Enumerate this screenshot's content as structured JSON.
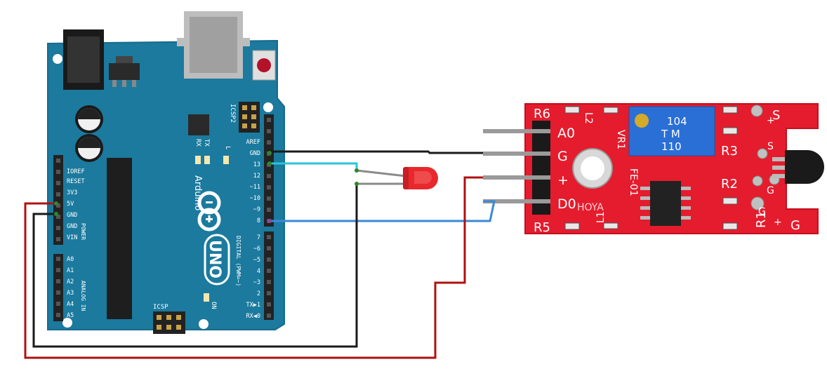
{
  "arduino": {
    "board_name": "Arduino",
    "model": "UNO",
    "reset_label": "RESET",
    "icsp2_label": "ICSP2",
    "icsp_label": "ICSP",
    "on_label": "ON",
    "tx_label": "TX",
    "rx_label": "RX",
    "l_label": "L",
    "digital_label": "DIGITAL (PWM=~)",
    "power_label": "POWER",
    "analog_label": "ANALOG IN",
    "power_pins": [
      "IOREF",
      "RESET",
      "3V3",
      "5V",
      "GND",
      "GND",
      "VIN"
    ],
    "analog_pins": [
      "A0",
      "A1",
      "A2",
      "A3",
      "A4",
      "A5"
    ],
    "digital_top_pins": [
      "AREF",
      "GND",
      "13",
      "12",
      "~11",
      "~10",
      "~9",
      "8"
    ],
    "digital_bottom_pins": [
      "7",
      "~6",
      "~5",
      "4",
      "~3",
      "2",
      "TX▶1",
      "RX◀0"
    ],
    "colors": {
      "board": "#1b7a9e",
      "board_edge": "#176b8c"
    }
  },
  "sensor": {
    "name": "HOYA",
    "pins": [
      "A0",
      "G",
      "+",
      "D0"
    ],
    "refs": [
      "R6",
      "L2",
      "VR1",
      "R3",
      "R2",
      "R1",
      "R5",
      "L1",
      "FE-01"
    ],
    "pot_text": [
      "104",
      "T M",
      "110"
    ],
    "side_marks": [
      "S",
      "+",
      "S",
      "G",
      "G",
      "+",
      "G"
    ],
    "colors": {
      "board": "#e41c2d",
      "pot": "#2a6fd6"
    }
  },
  "led": {
    "color": "#e8282c"
  },
  "wires": {
    "gnd": "#1a1a1a",
    "pin13": "#29c4d8",
    "pin8": "#3a8ad6",
    "power_5v": "#b01010"
  }
}
